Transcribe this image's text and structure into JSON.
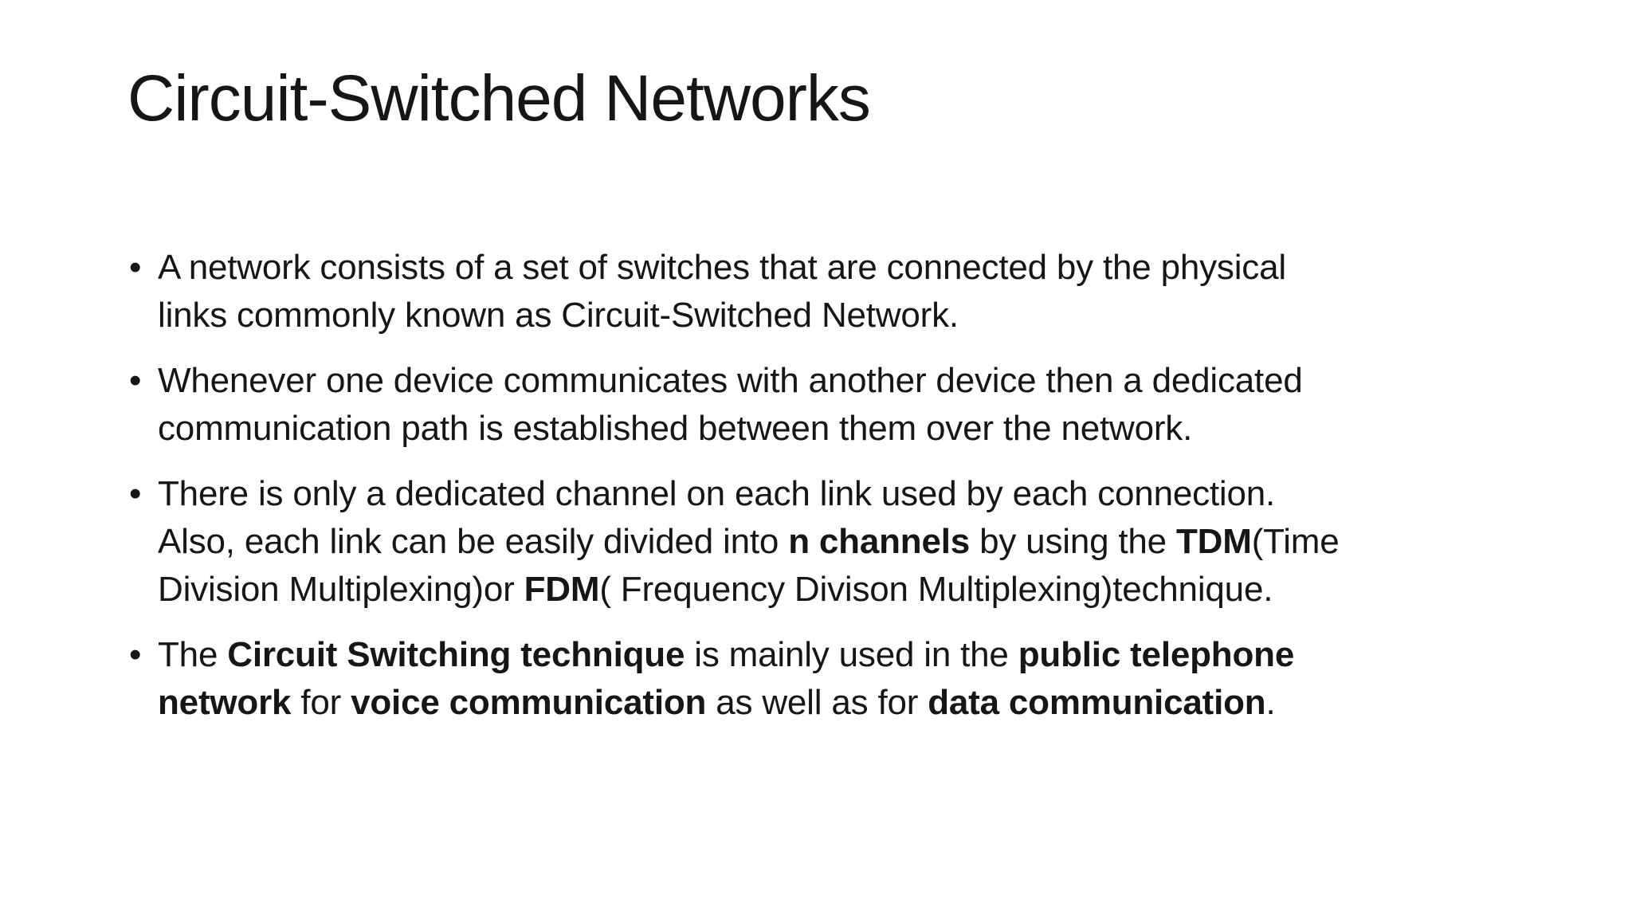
{
  "slide": {
    "title": "Circuit-Switched Networks",
    "bullet_char": "•",
    "text_color": "#161616",
    "background_color": "#ffffff",
    "bullets": [
      {
        "lines": [
          [
            {
              "t": "A network consists of a set of switches that are connected by the physical",
              "b": false
            }
          ],
          [
            {
              "t": "links commonly known as Circuit-Switched Network.",
              "b": false
            }
          ]
        ]
      },
      {
        "lines": [
          [
            {
              "t": "Whenever one device communicates with another device then a dedicated",
              "b": false
            }
          ],
          [
            {
              "t": "communication path is established between them over the network.",
              "b": false
            }
          ]
        ]
      },
      {
        "lines": [
          [
            {
              "t": "There is only a dedicated channel on each link used by each connection.",
              "b": false
            }
          ],
          [
            {
              "t": "Also, each link can be easily divided into ",
              "b": false
            },
            {
              "t": "n channels",
              "b": true
            },
            {
              "t": " by using the ",
              "b": false
            },
            {
              "t": "TDM",
              "b": true
            },
            {
              "t": "(Time",
              "b": false
            }
          ],
          [
            {
              "t": "Division Multiplexing)or ",
              "b": false
            },
            {
              "t": "FDM",
              "b": true
            },
            {
              "t": "( Frequency Divison Multiplexing)technique.",
              "b": false
            }
          ]
        ]
      },
      {
        "lines": [
          [
            {
              "t": "The ",
              "b": false
            },
            {
              "t": "Circuit Switching technique",
              "b": true
            },
            {
              "t": " is mainly used in the ",
              "b": false
            },
            {
              "t": "public telephone",
              "b": true
            }
          ],
          [
            {
              "t": "network",
              "b": true
            },
            {
              "t": " for ",
              "b": false
            },
            {
              "t": "voice communication",
              "b": true
            },
            {
              "t": " as well as for ",
              "b": false
            },
            {
              "t": "data communication",
              "b": true
            },
            {
              "t": ".",
              "b": false
            }
          ]
        ]
      }
    ]
  }
}
